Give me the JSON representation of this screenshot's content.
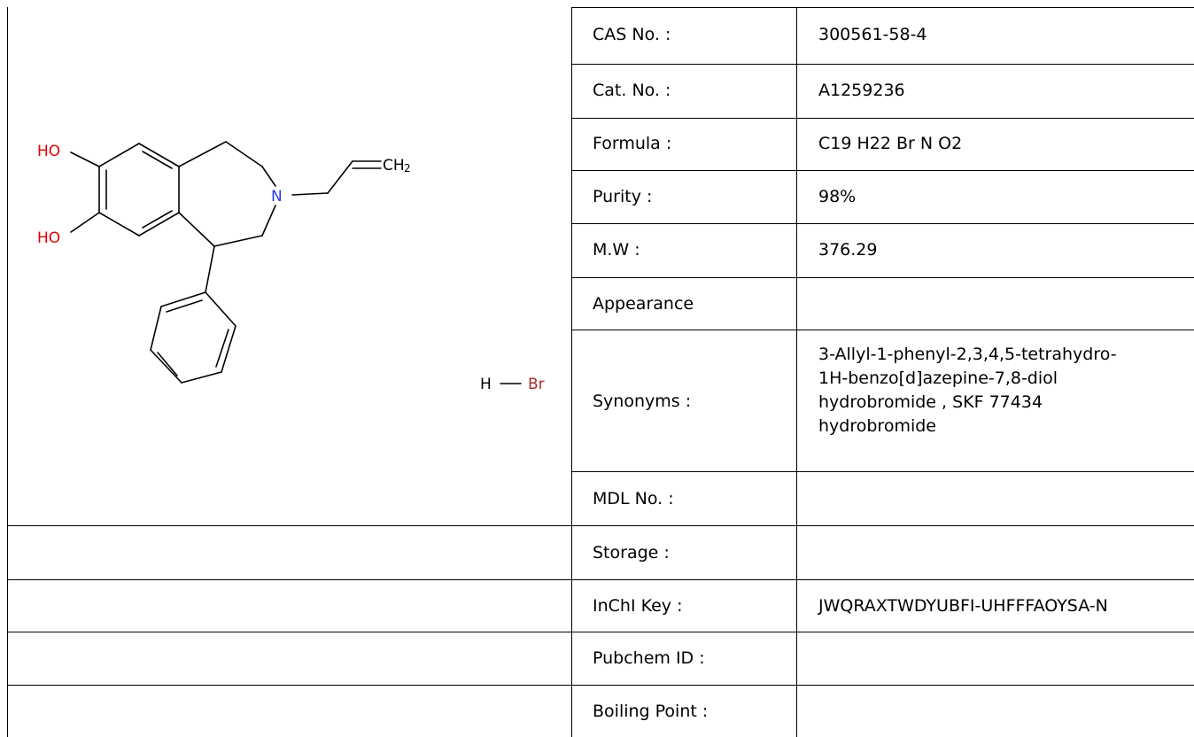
{
  "structure": {
    "atom_labels": {
      "hydroxyl_top": "HO",
      "hydroxyl_bottom": "HO",
      "nitrogen": "N",
      "methylene_c": "CH",
      "methylene_sub": "2",
      "hydrogen": "H",
      "bromine": "Br"
    },
    "colors": {
      "oxygen": "#e00000",
      "nitrogen": "#2a36e8",
      "bromine": "#a52a2a",
      "bond": "#000000"
    }
  },
  "properties": [
    {
      "label": "CAS No. :",
      "value": "300561-58-4"
    },
    {
      "label": "Cat. No. :",
      "value": "A1259236"
    },
    {
      "label": "Formula :",
      "value": "C19 H22 Br N O2"
    },
    {
      "label": "Purity :",
      "value": "98%"
    },
    {
      "label": "M.W :",
      "value": "376.29"
    },
    {
      "label": "Appearance",
      "value": ""
    },
    {
      "label": "Synonyms :",
      "value_lines": [
        "3-Allyl-1-phenyl-2,3,4,5-tetrahydro-",
        "1H-benzo[d]azepine-7,8-diol",
        "hydrobromide , SKF 77434",
        "hydrobromide"
      ]
    },
    {
      "label": "MDL No. :",
      "value": ""
    },
    {
      "label": "Storage :",
      "value": ""
    },
    {
      "label": "InChI Key :",
      "value": "JWQRAXTWDYUBFI-UHFFFAOYSA-N"
    },
    {
      "label": "Pubchem ID :",
      "value": ""
    },
    {
      "label": "Boiling Point :",
      "value": ""
    }
  ]
}
